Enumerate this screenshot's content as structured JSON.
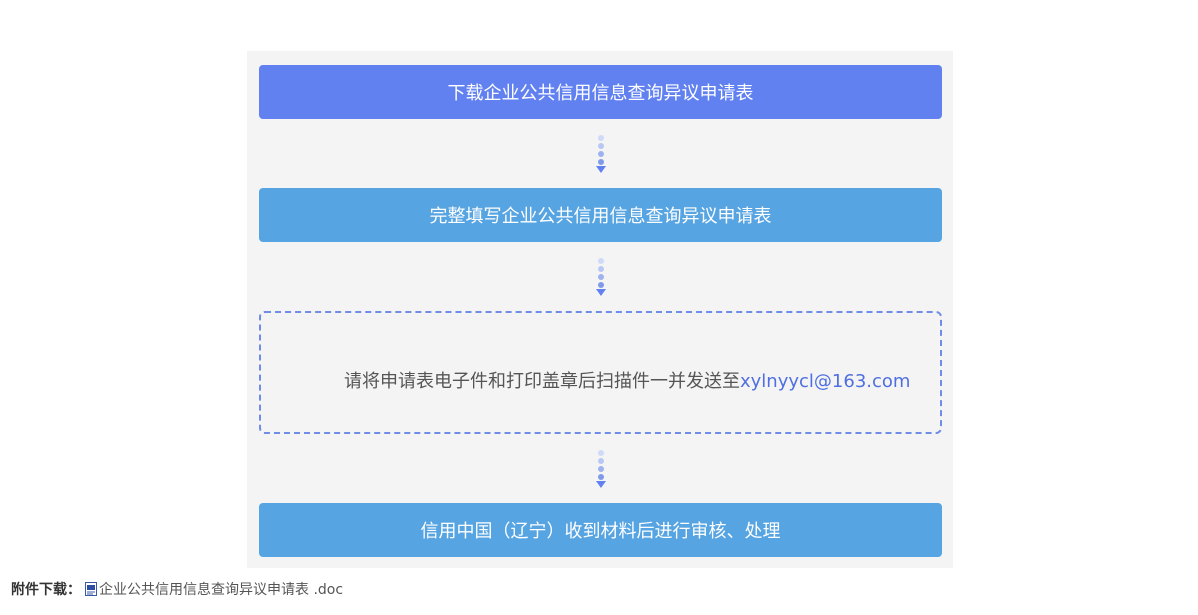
{
  "steps": [
    {
      "label": "下载企业公共信用信息查询异议申请表"
    },
    {
      "label": "完整填写企业公共信用信息查询异议申请表"
    },
    {
      "label_prefix": "请将申请表电子件和打印盖章后扫描件一并发送至",
      "email": "xylnyycl@163.com"
    },
    {
      "label": "信用中国（辽宁）收到材料后进行审核、处理"
    }
  ],
  "attachment": {
    "label": "附件下载：",
    "file_name": "企业公共信用信息查询异议申请表 .doc",
    "icon": "word-doc-icon"
  },
  "colors": {
    "step_primary": "#6281f0",
    "step_secondary": "#57a4e2",
    "dashed_border": "#6f8de6",
    "email": "#4f6fe0",
    "panel_bg": "#f4f4f5"
  }
}
